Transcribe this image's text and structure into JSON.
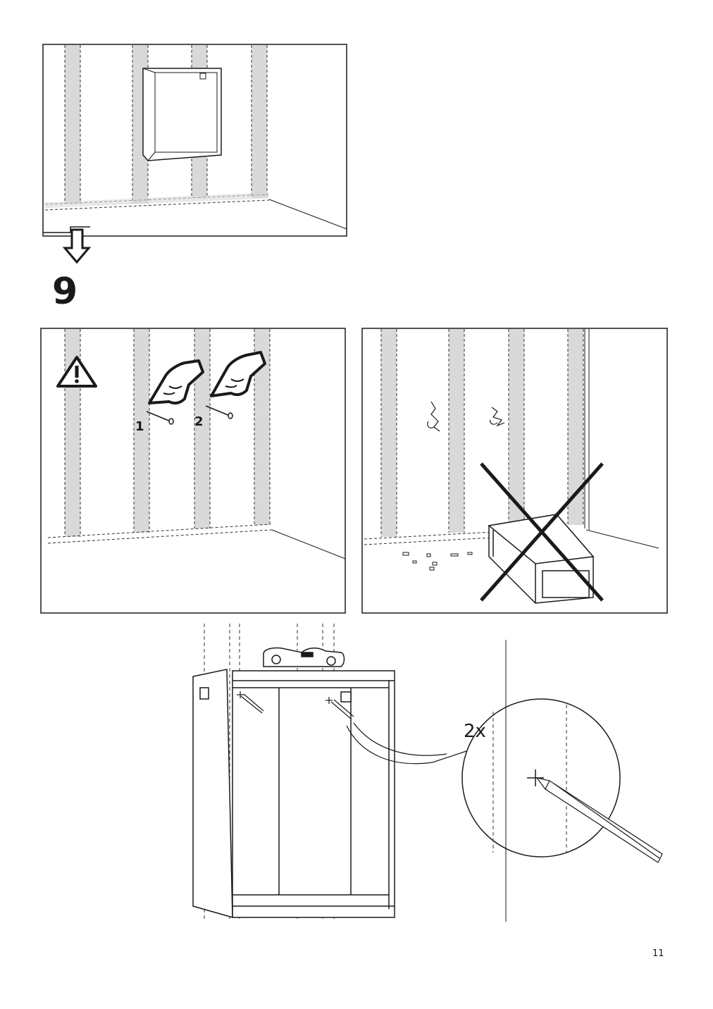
{
  "step": {
    "number": "9"
  },
  "warning_panel": {
    "warning_icon": "warning-triangle-icon",
    "screw_labels": [
      "1",
      "2"
    ]
  },
  "wrong_panel": {
    "status": "incorrect",
    "mark_icon": "cross-out-icon"
  },
  "detail": {
    "quantity_label": "2x"
  },
  "page": {
    "number": "11"
  }
}
